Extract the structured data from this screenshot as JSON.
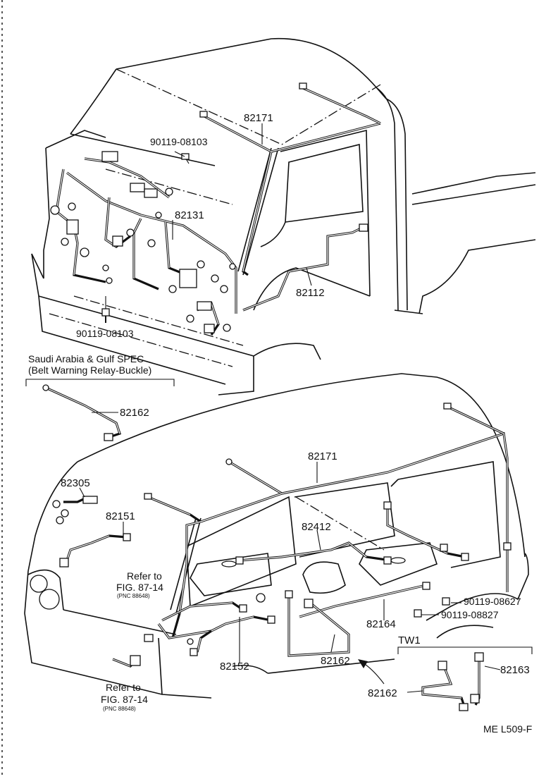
{
  "diagram": {
    "upper_cab": {
      "part_82171": "82171",
      "part_90119_08103_top": "90119-08103",
      "part_82131": "82131",
      "part_82112": "82112",
      "part_90119_08103_bottom": "90119-08103"
    },
    "saudi_box": {
      "title_line1": "Saudi Arabia & Gulf SPEC",
      "title_line2": "(Belt Warning Relay-Buckle)",
      "part_82162": "82162"
    },
    "lower_van": {
      "part_82171": "82171",
      "part_82305": "82305",
      "part_82151": "82151",
      "part_82412": "82412",
      "refer_top_line1": "Refer to",
      "refer_top_line2": "FIG. 87-14",
      "refer_top_pnc": "(PNC 88648)",
      "part_90119_08627_a": "90119-08627",
      "part_90119_08627_b": "90119-08827",
      "part_82164": "82164",
      "part_82162": "82162",
      "part_82152": "82152",
      "tw1": "TW1",
      "part_82163": "82163",
      "part_82162_detail": "82162",
      "refer_bottom_line1": "Refer to",
      "refer_bottom_line2": "FIG. 87-14",
      "refer_bottom_pnc": "(PNC 88648)"
    },
    "figure_code": "ME L509-F"
  }
}
